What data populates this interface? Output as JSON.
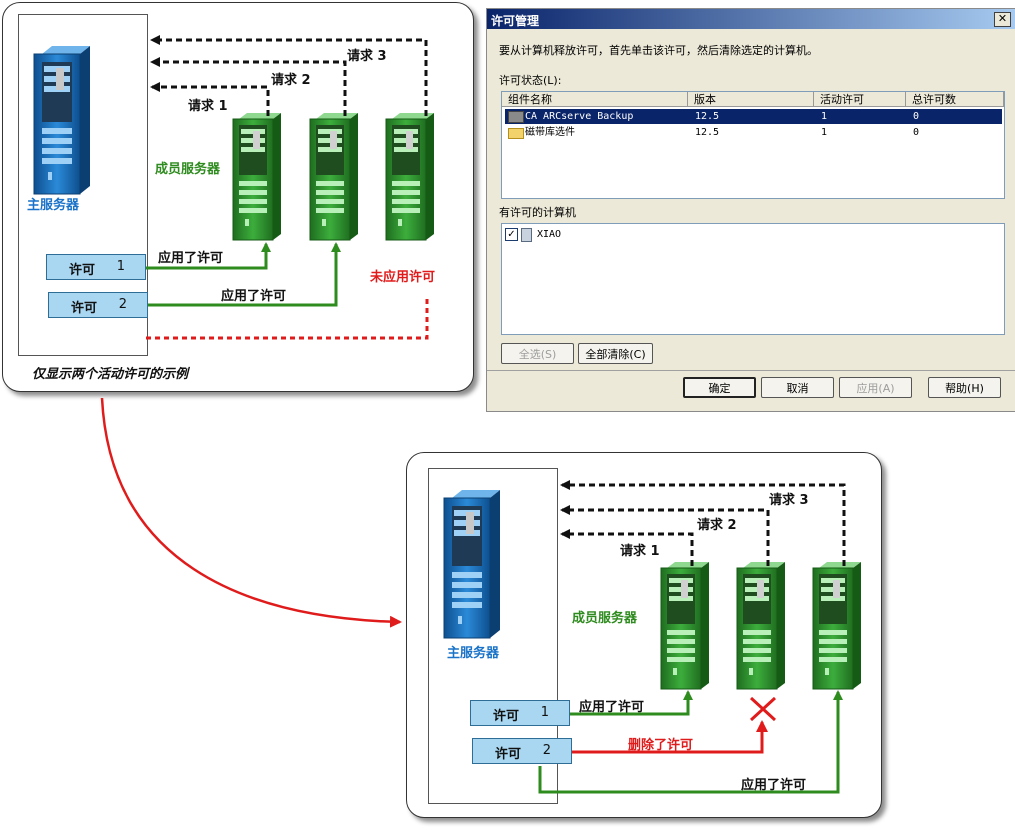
{
  "diagram_top": {
    "master_label": "主服务器",
    "member_label": "成员服务器",
    "requests": [
      "请求 1",
      "请求 2",
      "请求 3"
    ],
    "licenses": [
      {
        "label": "许可",
        "number": "1"
      },
      {
        "label": "许可",
        "number": "2"
      }
    ],
    "applied_label_1": "应用了许可",
    "applied_label_2": "应用了许可",
    "not_applied_label": "未应用许可",
    "caption": "仅显示两个活动许可的示例"
  },
  "diagram_bottom": {
    "master_label": "主服务器",
    "member_label": "成员服务器",
    "requests": [
      "请求 1",
      "请求 2",
      "请求 3"
    ],
    "licenses": [
      {
        "label": "许可",
        "number": "1"
      },
      {
        "label": "许可",
        "number": "2"
      }
    ],
    "applied_label_1": "应用了许可",
    "removed_label": "删除了许可",
    "applied_label_3": "应用了许可"
  },
  "dialog": {
    "title": "许可管理",
    "close": "✕",
    "instruction": "要从计算机释放许可，首先单击该许可，然后清除选定的计算机。",
    "status_label": "许可状态(L):",
    "columns": [
      "组件名称",
      "版本",
      "活动许可",
      "总许可数"
    ],
    "rows": [
      {
        "name": "CA ARCserve Backup",
        "version": "12.5",
        "active": "1",
        "total": "0",
        "selected": true
      },
      {
        "name": "磁带库选件",
        "version": "12.5",
        "active": "1",
        "total": "0",
        "selected": false
      }
    ],
    "licensed_label": "有许可的计算机",
    "computers": [
      {
        "name": "XIAO",
        "checked": true
      }
    ],
    "select_all": "全选(S)",
    "clear_all": "全部清除(C)",
    "ok": "确定",
    "cancel": "取消",
    "apply": "应用(A)",
    "help": "帮助(H)"
  },
  "colors": {
    "applied": "#2e8b1e",
    "removed": "#e01b1b",
    "request": "#111111",
    "master": "#1a73c8",
    "member": "#2e9a2e"
  }
}
